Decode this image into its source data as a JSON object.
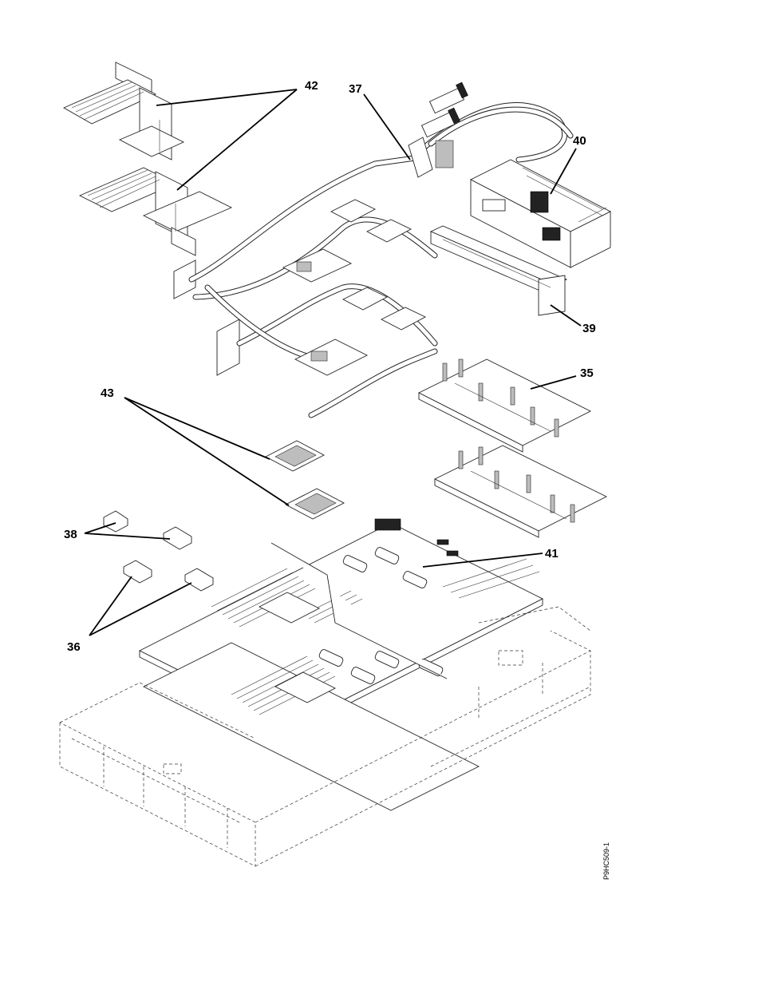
{
  "callouts": {
    "c35": "35",
    "c36": "36",
    "c37": "37",
    "c38": "38",
    "c39": "39",
    "c40": "40",
    "c41": "41",
    "c42": "42",
    "c43": "43"
  },
  "figure_id": "P9HC509-1"
}
